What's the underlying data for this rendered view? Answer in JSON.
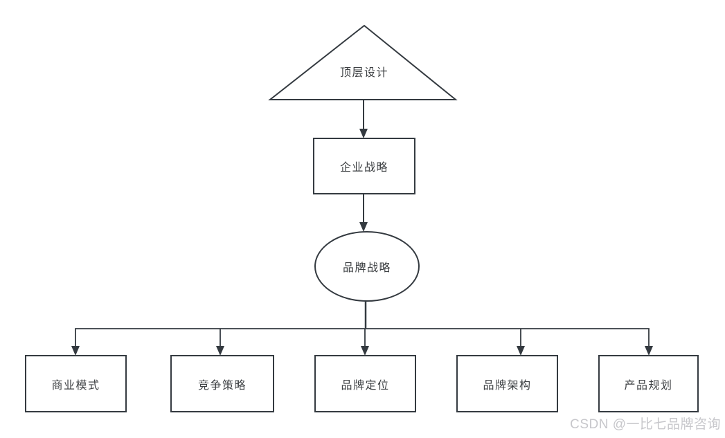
{
  "diagram": {
    "top": {
      "shape": "triangle",
      "label": "顶层设计"
    },
    "middle": {
      "shape": "rectangle",
      "label": "企业战略"
    },
    "hub": {
      "shape": "ellipse",
      "label": "品牌战略"
    },
    "leaves": [
      {
        "shape": "rectangle",
        "label": "商业模式"
      },
      {
        "shape": "rectangle",
        "label": "竞争策略"
      },
      {
        "shape": "rectangle",
        "label": "品牌定位"
      },
      {
        "shape": "rectangle",
        "label": "品牌架构"
      },
      {
        "shape": "rectangle",
        "label": "产品规划"
      }
    ],
    "edges": [
      {
        "from": "顶层设计",
        "to": "企业战略"
      },
      {
        "from": "企业战略",
        "to": "品牌战略"
      },
      {
        "from": "品牌战略",
        "to": "商业模式"
      },
      {
        "from": "品牌战略",
        "to": "竞争策略"
      },
      {
        "from": "品牌战略",
        "to": "品牌定位"
      },
      {
        "from": "品牌战略",
        "to": "品牌架构"
      },
      {
        "from": "品牌战略",
        "to": "产品规划"
      }
    ]
  },
  "watermark": {
    "text": "CSDN @一比七品牌咨询"
  },
  "colors": {
    "stroke": "#343a40",
    "node_text": "#3d4043",
    "watermark": "#c7c7cb",
    "background": "#ffffff"
  }
}
